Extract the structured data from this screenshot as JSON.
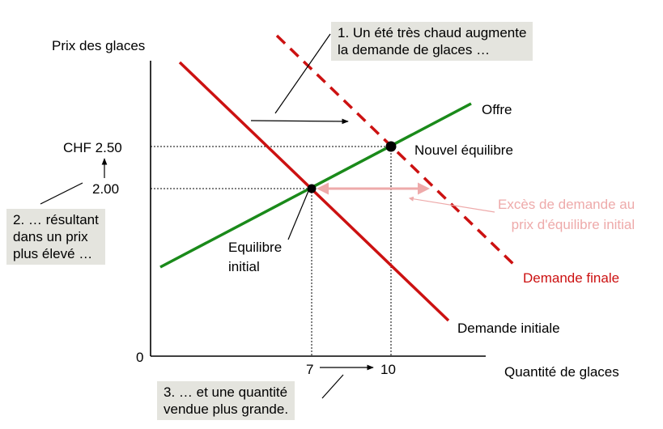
{
  "axes": {
    "y_label": "Prix des glaces",
    "x_label": "Quantité de glaces",
    "origin": "0",
    "y_ticks": [
      "CHF 2.50",
      "2.00"
    ],
    "x_ticks": [
      "7",
      "10"
    ]
  },
  "curves": {
    "supply": "Offre",
    "demand_initial": "Demande initiale",
    "demand_final": "Demande finale"
  },
  "points": {
    "new_equilibrium": "Nouvel équilibre",
    "initial_equilibrium": "Equilibre\ninitial"
  },
  "excess_demand": "Excès de demande au\nprix d'équilibre initial",
  "notes": {
    "step1": "1. Un été très chaud augmente\nla demande de glaces …",
    "step2": "2. … résultant\ndans un prix\nplus élevé …",
    "step3": "3. … et une quantité\nvendue plus grande."
  },
  "chart_data": {
    "type": "line",
    "xlabel": "Quantité de glaces",
    "ylabel": "Prix des glaces",
    "initial_equilibrium": {
      "x": 7,
      "y": 2.0
    },
    "new_equilibrium": {
      "x": 10,
      "y": 2.5
    },
    "colors": {
      "supply": "#1a8a1a",
      "demand_initial": "#cc1111",
      "demand_final": "#cc1111",
      "excess_demand": "#eeaaaa",
      "note_bg": "#e4e4de"
    }
  }
}
